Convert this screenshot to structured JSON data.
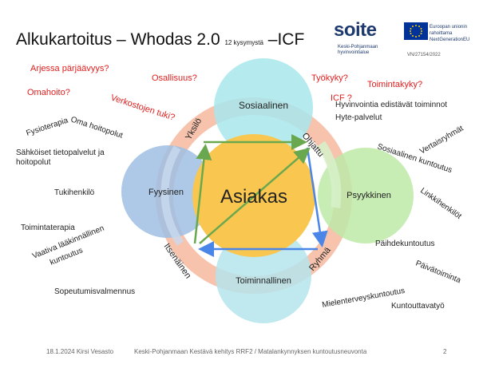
{
  "header": {
    "title_main": "Alkukartoitus – Whodas 2.0",
    "title_small": "12 kysymystä",
    "title_tail": "–ICF",
    "logo_text": "soite",
    "logo_subtitle": "Keski-Pohjanmaan hyvinvointialue",
    "eu_text": "Euroopan unionin rahoittama NextGenerationEU",
    "vn_code": "VN/27154/2022"
  },
  "diagram": {
    "center": "Asiakas",
    "circles": {
      "top": "Sosiaalinen",
      "left": "Fyysinen",
      "right": "Psyykkinen",
      "bottom": "Toiminnallinen"
    },
    "ring_labels": {
      "top_left": "Yksilö",
      "top_right": "Ohjattu",
      "bottom_left": "Itsenäinen",
      "bottom_right": "Ryhmä"
    }
  },
  "questions": [
    "Arjessa pärjäävyys?",
    "Osallisuus?",
    "Työkyky?",
    "Toimintakyky?",
    "Omahoito?",
    "ICF ?",
    "Verkostojen tuki?"
  ],
  "left_services": [
    "Fysioterapia",
    "Oma hoitopolut",
    "Sähköiset tietopalvelut ja hoitopolut",
    "Tukihenkilö",
    "Toimintaterapia",
    "Vaativa lääkinnällinen kuntoutus",
    "Sopeutumisvalmennus"
  ],
  "right_services": [
    "Hyvinvointia edistävät toiminnot",
    "Hyte-palvelut",
    "Vertaisryhmät",
    "Sosiaalinen kuntoutus",
    "Linkkihenkilöt",
    "Päihdekuntoutus",
    "Päivätoiminta",
    "Mielenterveyskuntoutus",
    "Kuntouttavatyö"
  ],
  "footer": {
    "date_author": "18.1.2024 Kirsi Vesasto",
    "project": "Keski-Pohjanmaan Kestävä kehitys RRF2 / Matalankynnyksen kuntoutusneuvonta",
    "page": "2"
  },
  "colors": {
    "center": "#f9c74f",
    "top": "#a8e6ec",
    "left": "#9fc0e3",
    "right": "#bdeaa8",
    "bottom": "#b5e4ec",
    "ring": "#f7c3ad",
    "green_arrow": "#6aa84f",
    "blue_arrow": "#4a86e8",
    "question": "#e02020",
    "logo": "#1f3a6e"
  }
}
